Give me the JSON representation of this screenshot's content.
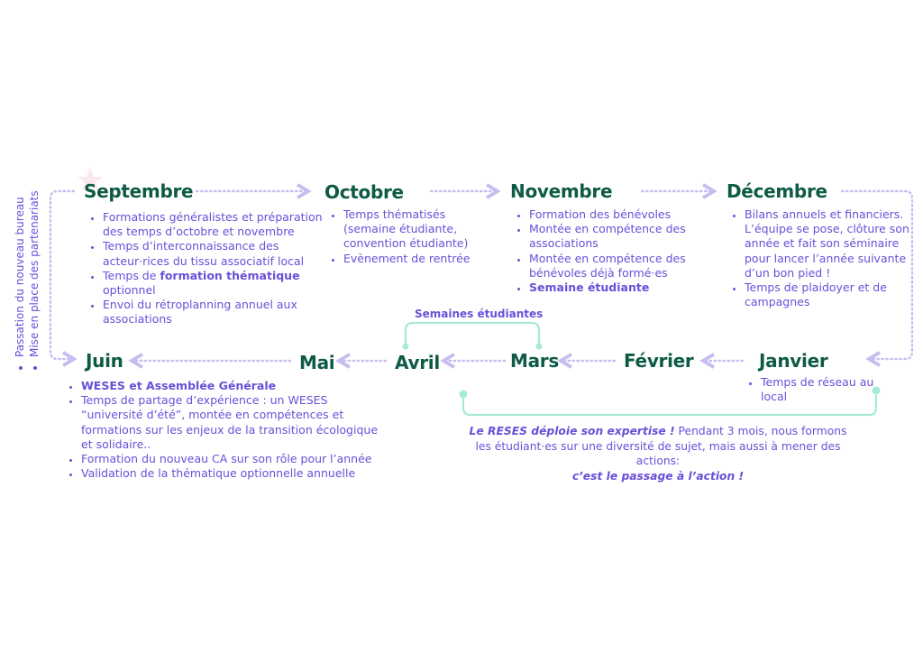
{
  "side_list": [
    "Passation du nouveau bureau",
    "Mise en place des partenariats"
  ],
  "top_row": [
    {
      "month": "Septembre",
      "items": [
        {
          "pre": "Formations généralistes et préparation des temps d’octobre et novembre",
          "bold": "",
          "post": ""
        },
        {
          "pre": "Temps d’interconnaissance des acteur·rices du tissu associatif local",
          "bold": "",
          "post": ""
        },
        {
          "pre": "Temps de ",
          "bold": "formation thématique",
          "post": " optionnel"
        },
        {
          "pre": "Envoi du rétroplanning annuel aux associations",
          "bold": "",
          "post": ""
        }
      ]
    },
    {
      "month": "Octobre",
      "items": [
        {
          "pre": "Temps thématisés (semaine étudiante, convention étudiante)",
          "bold": "",
          "post": ""
        },
        {
          "pre": "Evènement de rentrée",
          "bold": "",
          "post": ""
        }
      ]
    },
    {
      "month": "Novembre",
      "items": [
        {
          "pre": "Formation des bénévoles",
          "bold": "",
          "post": ""
        },
        {
          "pre": "Montée en compétence des associations",
          "bold": "",
          "post": ""
        },
        {
          "pre": "Montée en compétence des bénévoles déjà formé·es",
          "bold": "",
          "post": ""
        },
        {
          "pre": "",
          "bold": "Semaine étudiante",
          "post": ""
        }
      ]
    },
    {
      "month": "Décembre",
      "items": [
        {
          "pre": "Bilans annuels et financiers. L’équipe se pose, clôture son année et fait son séminaire pour lancer l’année suivante d’un bon pied !",
          "bold": "",
          "post": ""
        },
        {
          "pre": "Temps de plaidoyer et de campagnes",
          "bold": "",
          "post": ""
        }
      ]
    }
  ],
  "bottom_row": {
    "juin": {
      "month": "Juin",
      "items": [
        {
          "pre": "",
          "bold": "WESES et Assemblée Générale",
          "post": ""
        },
        {
          "pre": "Temps de partage d’expérience : un WESES “université d’été”, montée en compétences et formations sur les enjeux de la transition écologique et solidaire..",
          "bold": "",
          "post": ""
        },
        {
          "pre": "Formation du nouveau CA sur son rôle pour l’année",
          "bold": "",
          "post": ""
        },
        {
          "pre": "Validation de la thématique optionnelle annuelle",
          "bold": "",
          "post": ""
        }
      ]
    },
    "mai": {
      "month": "Mai"
    },
    "avril": {
      "month": "Avril"
    },
    "mars": {
      "month": "Mars"
    },
    "fevrier": {
      "month": "Février"
    },
    "janvier": {
      "month": "Janvier",
      "items": [
        {
          "pre": "Temps de réseau au local",
          "bold": "",
          "post": ""
        }
      ]
    }
  },
  "semaines_label": "Semaines étudiantes",
  "caption": {
    "bold1": "Le RESES déploie son expertise !",
    "text1": " Pendant 3 mois, nous formons les étudiant·es sur une diversité de sujet, mais aussi à mener des actions:",
    "bold2": "c’est le passage à l’action !"
  },
  "colors": {
    "month": "#0d5a45",
    "text": "#6a4fd8",
    "arrow": "#c8bdf0",
    "bracket": "#a5ead8"
  }
}
